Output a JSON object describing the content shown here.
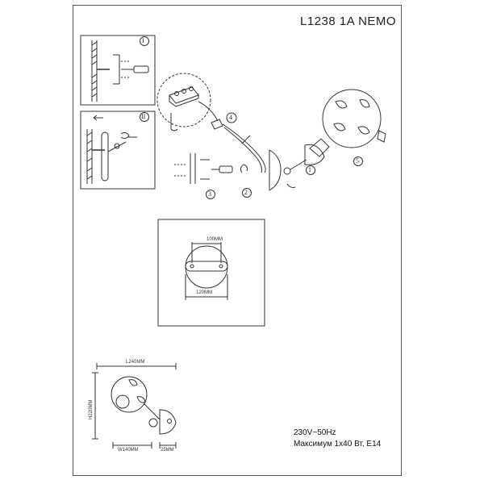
{
  "document": {
    "title": "L1238 1A NEMO",
    "specs": [
      "230V~50Hz",
      "Максимум 1x40 Вт, E14"
    ]
  },
  "dimensions": {
    "overall_length": "L240MM",
    "overall_height": "H220MM",
    "overall_width": "W140MM",
    "base_depth": "25MM",
    "mount_hole": "100MM",
    "canopy_diameter": "120MM"
  },
  "step_markers": {
    "roman": [
      "I",
      "II"
    ],
    "numbers": [
      "1",
      "2",
      "3",
      "4",
      "5"
    ]
  }
}
